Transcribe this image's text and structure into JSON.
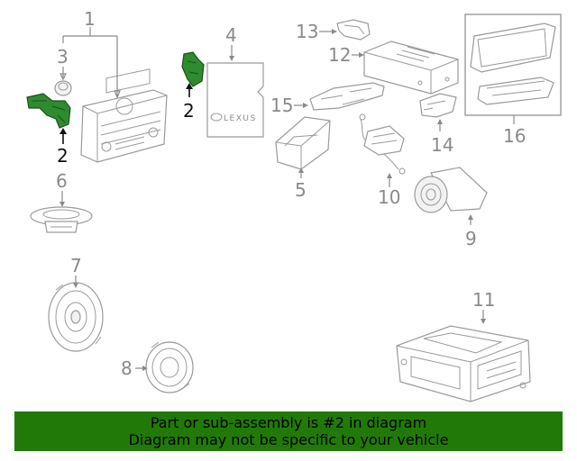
{
  "callouts": {
    "c1": "1",
    "c2a": "2",
    "c2b": "2",
    "c3": "3",
    "c4": "4",
    "c5": "5",
    "c6": "6",
    "c7": "7",
    "c8": "8",
    "c9": "9",
    "c10": "10",
    "c11": "11",
    "c12": "12",
    "c13": "13",
    "c14": "14",
    "c15": "15",
    "c16": "16"
  },
  "manual_logo_text": "LEXUS",
  "banner": {
    "line1": "Part or sub-assembly is #2 in diagram",
    "line2": "Diagram may not be specific to your vehicle"
  },
  "colors": {
    "highlight": "#2e8b2e",
    "banner": "#217a08",
    "line": "#9a9a9a"
  }
}
